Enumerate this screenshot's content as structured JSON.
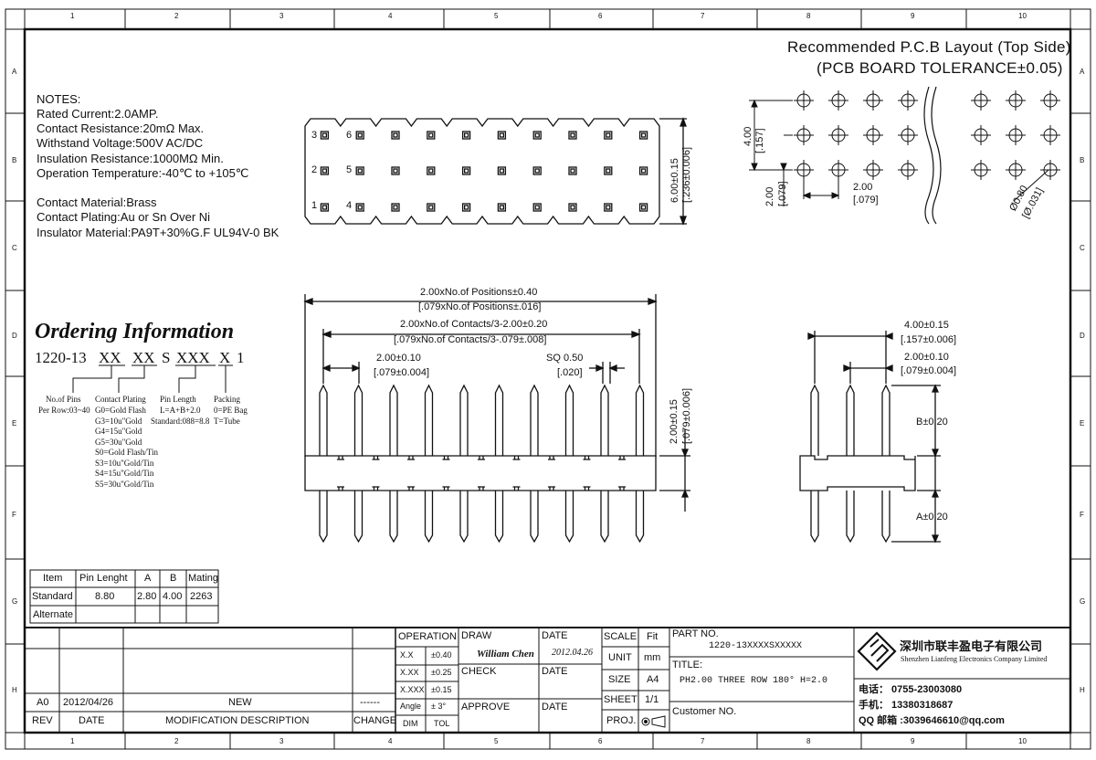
{
  "frame": {
    "col_marks": [
      "1",
      "2",
      "3",
      "4",
      "5",
      "6",
      "7",
      "8",
      "9",
      "10"
    ],
    "row_marks": [
      "A",
      "B",
      "C",
      "D",
      "E",
      "F",
      "G",
      "H"
    ]
  },
  "notes": {
    "title": "NOTES:",
    "lines": [
      "Rated Current:2.0AMP.",
      "Contact Resistance:20mΩ Max.",
      "Withstand Voltage:500V AC/DC",
      "Insulation Resistance:1000MΩ Min.",
      "Operation Temperature:-40℃ to +105℃",
      "",
      "Contact Material:Brass",
      "Contact Plating:Au or Sn Over Ni",
      "Insulator Material:PA9T+30%G.F UL94V-0 BK"
    ]
  },
  "pcb": {
    "title": "Recommended P.C.B Layout (Top Side)",
    "subtitle": "(PCB BOARD TOLERANCE±0.05)",
    "dim_pitch_v": "4.00",
    "dim_pitch_v_in": "[.157]",
    "dim_row_h": "2.00",
    "dim_row_h_in": "[.079]",
    "dim_col": "2.00",
    "dim_col_in": "[.079]",
    "dim_hole": "Ø0.80",
    "dim_hole_in": "[Ø.031]"
  },
  "top_view": {
    "row_labels": [
      "3",
      "2",
      "1"
    ],
    "col_labels": [
      "6",
      "5",
      "4"
    ],
    "dim_height": "6.00±0.15",
    "dim_height_in": "[.236±0.006]"
  },
  "front_view": {
    "dim_total": "2.00xNo.of Positions±0.40",
    "dim_total_in": "[.079xNo.of Positions±.016]",
    "dim_contacts": "2.00xNo.of Contacts/3-2.00±0.20",
    "dim_contacts_in": "[.079xNo.of Contacts/3-.079±.008]",
    "dim_pitch": "2.00±0.10",
    "dim_pitch_in": "[.079±0.004]",
    "dim_sq": "SQ 0.50",
    "dim_sq_in": "[.020]",
    "dim_body": "2.00±0.15",
    "dim_body_in": "[.079±0.006]"
  },
  "side_view": {
    "dim_width": "4.00±0.15",
    "dim_width_in": "[.157±0.006]",
    "dim_pitch": "2.00±0.10",
    "dim_pitch_in": "[.079±0.004]",
    "dim_b": "B±0.20",
    "dim_a": "A±0.20"
  },
  "ordering": {
    "title": "Ordering Information",
    "code_prefix": "1220-13",
    "code_parts": [
      "XX",
      "XX",
      "S",
      "XXX",
      "X",
      "1"
    ],
    "legend_pins_title": "No.of Pins",
    "legend_pins": "Per Row:03~40",
    "legend_plating_title": "Contact Plating",
    "legend_plating": [
      "G0=Gold Flash",
      "G3=10u\"Gold",
      "G4=15u\"Gold",
      "G5=30u\"Gold",
      "S0=Gold Flash/Tin",
      "S3=10u\"Gold/Tin",
      "S4=15u\"Gold/Tin",
      "S5=30u\"Gold/Tin"
    ],
    "legend_length_title": "Pin Length",
    "legend_length": [
      "L=A+B+2.0",
      "Standard:088=8.8"
    ],
    "legend_packing_title": "Packing",
    "legend_packing": [
      "0=PE Bag",
      "T=Tube"
    ]
  },
  "pin_table": {
    "headers": [
      "Item",
      "Pin Lenght",
      "A",
      "B",
      "Mating"
    ],
    "rows": [
      [
        "Standard",
        "8.80",
        "2.80",
        "4.00",
        "2263"
      ],
      [
        "Alternate",
        "",
        "",
        "",
        ""
      ]
    ]
  },
  "title_block": {
    "rev_row": [
      "A0",
      "2012/04/26",
      "NEW",
      "------"
    ],
    "rev_headers": [
      "REV",
      "DATE",
      "MODIFICATION  DESCRIPTION",
      "CHANGE"
    ],
    "operation": "OPERATION",
    "tol_rows": [
      [
        "X.X",
        "±0.40"
      ],
      [
        "X.XX",
        "±0.25"
      ],
      [
        "X.XXX",
        "±0.15"
      ],
      [
        "Angle",
        "± 3°"
      ]
    ],
    "dim_label": "DIM",
    "tol_label": "TOL",
    "draw": "DRAW",
    "drawer": "William Chen",
    "date_label": "DATE",
    "draw_date": "2012.04.26",
    "check": "CHECK",
    "approve": "APPROVE",
    "scale": "SCALE",
    "scale_val": "Fit",
    "unit": "UNIT",
    "unit_val": "mm",
    "size": "SIZE",
    "size_val": "A4",
    "sheet": "SHEET",
    "sheet_val": "1/1",
    "proj": "PROJ.",
    "part_no_label": "PART NO.",
    "part_no": "1220-13XXXXSXXXXX",
    "title_label": "TITLE:",
    "title_val": "PH2.00 THREE ROW 180° H=2.0",
    "customer": "Customer NO.",
    "company_cn": "深圳市联丰盈电子有限公司",
    "company_en": "Shenzhen Lianfeng Electronics Company Limited",
    "tel": "电话： 0755-23003080",
    "mobile": "手机： 13380318687",
    "qq": "QQ 邮箱 :3039646610@qq.com"
  },
  "colors": {
    "ink": "#111111",
    "paper": "#ffffff"
  }
}
